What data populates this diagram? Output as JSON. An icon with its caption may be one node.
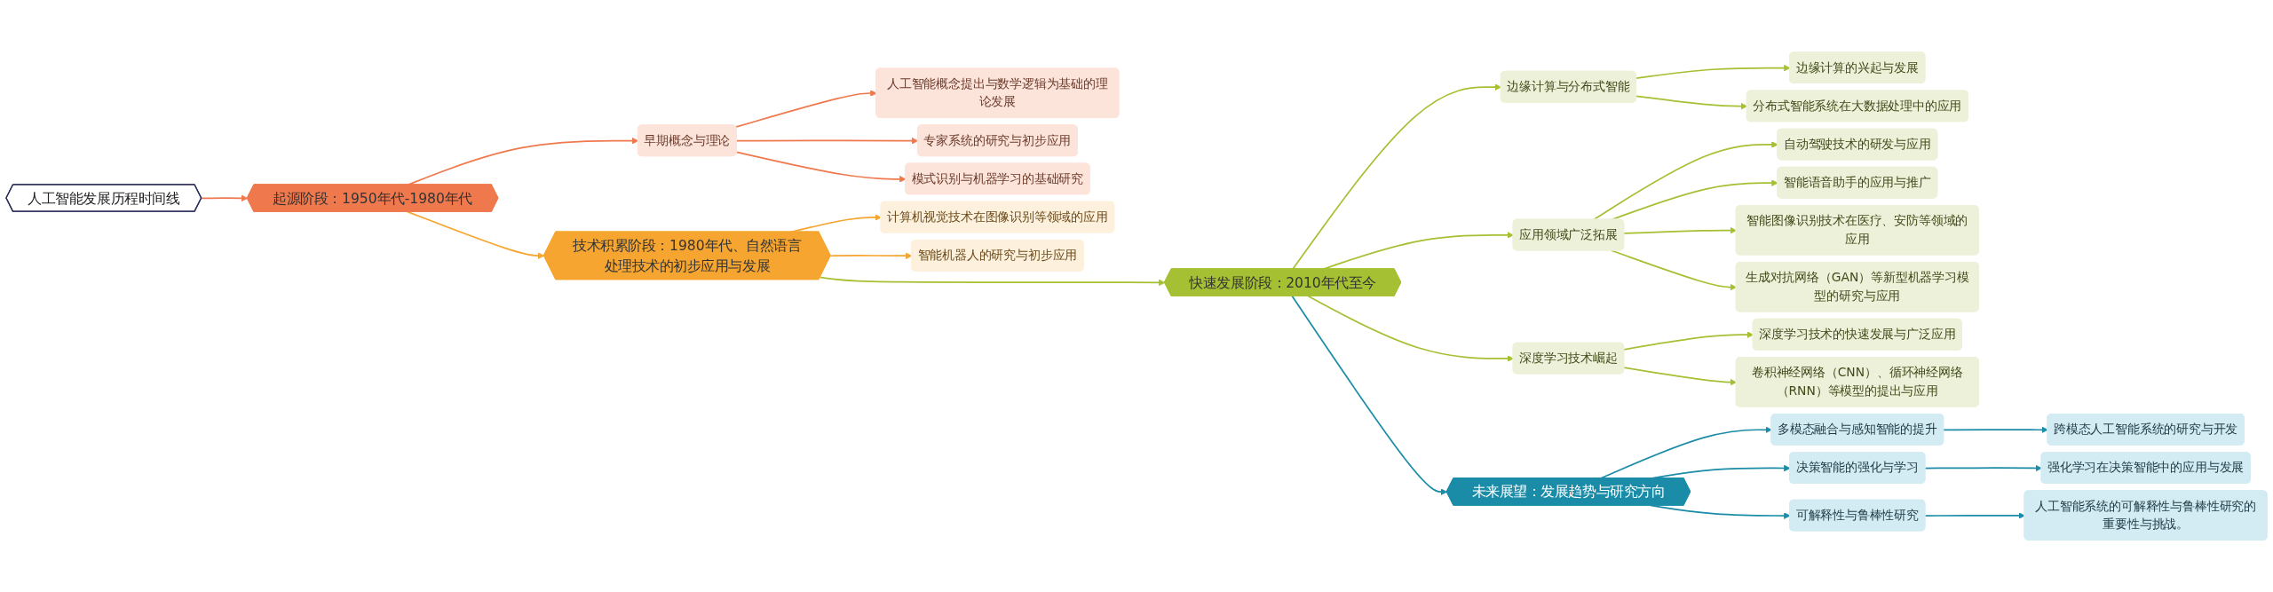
{
  "diagram": {
    "nodes": [
      {
        "text": [
          "人工智能发展历程时间线"
        ]
      },
      {
        "text": [
          "起源阶段：1950年代-1980年代"
        ]
      },
      {
        "text": [
          "早期概念与理论"
        ]
      },
      {
        "text": [
          "人工智能概念提出与数学逻辑为基础的理论发展"
        ]
      },
      {
        "text": [
          "专家系统的研究与初步应用"
        ]
      },
      {
        "text": [
          "模式识别与机器学习的基础研究"
        ]
      },
      {
        "text": [
          "技术积累阶段：1980年代、自然语言处理技术的初步应用与发展"
        ]
      },
      {
        "text": [
          "计算机视觉技术在图像识别等领域的应用"
        ]
      },
      {
        "text": [
          "智能机器人的研究与初步应用"
        ]
      },
      {
        "text": [
          "快速发展阶段：2010年代至今"
        ]
      },
      {
        "text": [
          "边缘计算与分布式智能"
        ]
      },
      {
        "text": [
          "边缘计算的兴起与发展"
        ]
      },
      {
        "text": [
          "分布式智能系统在大数据处理中的应用"
        ]
      },
      {
        "text": [
          "应用领域广泛拓展"
        ]
      },
      {
        "text": [
          "自动驾驶技术的研发与应用"
        ]
      },
      {
        "text": [
          "智能语音助手的应用与推广"
        ]
      },
      {
        "text": [
          "智能图像识别技术在医疗、安防等领域的应用"
        ]
      },
      {
        "text": [
          "生成对抗网络（GAN）等新型机器学习模型的研究与应用"
        ]
      },
      {
        "text": [
          "深度学习技术崛起"
        ]
      },
      {
        "text": [
          "深度学习技术的快速发展与广泛应用"
        ]
      },
      {
        "text": [
          "卷积神经网络（CNN）、循环神经网络（RNN）等模型的提出与应用"
        ]
      },
      {
        "text": [
          "未来展望：发展趋势与研究方向"
        ]
      },
      {
        "text": [
          "多模态融合与感知智能的提升"
        ]
      },
      {
        "text": [
          "跨模态人工智能系统的研究与开发"
        ]
      },
      {
        "text": [
          "决策智能的强化与学习"
        ]
      },
      {
        "text": [
          "强化学习在决策智能中的应用与发展"
        ]
      },
      {
        "text": [
          "可解释性与鲁棒性研究"
        ]
      },
      {
        "text": [
          "人工智能系统的可解释性与鲁棒性研究的重要性与挑战。"
        ]
      }
    ],
    "edges": [
      {
        "from": 0,
        "to": 1,
        "arrow": "to",
        "color": "#f0784d"
      },
      {
        "from": 1,
        "to": 2,
        "arrow": "to",
        "color": "#f0784d"
      },
      {
        "from": 2,
        "to": 3,
        "arrow": "to",
        "color": "#f0784d"
      },
      {
        "from": 2,
        "to": 4,
        "arrow": "to",
        "color": "#f0784d"
      },
      {
        "from": 2,
        "to": 5,
        "arrow": "to",
        "color": "#f0784d"
      },
      {
        "from": 1,
        "to": 6,
        "arrow": "to",
        "color": "#f5a530"
      },
      {
        "from": 6,
        "to": 7,
        "arrow": "to",
        "color": "#f5a530"
      },
      {
        "from": 6,
        "to": 8,
        "arrow": "to",
        "color": "#f5a530"
      },
      {
        "from": 6,
        "to": 9,
        "arrow": "to"
      },
      {
        "from": 9,
        "to": 10,
        "arrow": "to"
      },
      {
        "from": 10,
        "to": 11,
        "arrow": "to"
      },
      {
        "from": 10,
        "to": 12,
        "arrow": "to"
      },
      {
        "from": 9,
        "to": 13,
        "arrow": "to"
      },
      {
        "from": 13,
        "to": 14,
        "arrow": "to"
      },
      {
        "from": 13,
        "to": 15,
        "arrow": "to"
      },
      {
        "from": 13,
        "to": 16,
        "arrow": "to"
      },
      {
        "from": 13,
        "to": 17,
        "arrow": "to"
      },
      {
        "from": 9,
        "to": 18,
        "arrow": "to"
      },
      {
        "from": 18,
        "to": 19,
        "arrow": "to"
      },
      {
        "from": 18,
        "to": 20,
        "arrow": "to"
      },
      {
        "from": 9,
        "to": 21,
        "arrow": "to",
        "color": "#1a8ca8"
      },
      {
        "from": 21,
        "to": 22,
        "arrow": "to",
        "color": "#1a8ca8"
      },
      {
        "from": 22,
        "to": 23,
        "arrow": "to",
        "color": "#1a8ca8"
      },
      {
        "from": 21,
        "to": 24,
        "arrow": "to",
        "color": "#1a8ca8"
      },
      {
        "from": 24,
        "to": 25,
        "arrow": "to",
        "color": "#1a8ca8"
      },
      {
        "from": 21,
        "to": 26,
        "arrow": "to",
        "color": "#1a8ca8"
      },
      {
        "from": 26,
        "to": 27,
        "arrow": "to",
        "color": "#1a8ca8"
      }
    ]
  }
}
